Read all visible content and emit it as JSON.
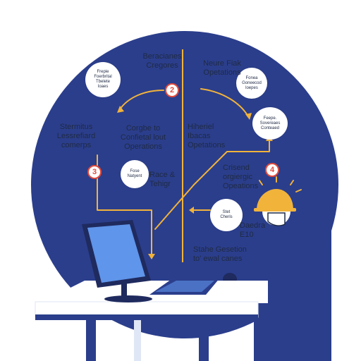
{
  "colors": {
    "navy": "#2b3e8c",
    "accent": "#f2b33a",
    "badge_red": "#e24a3b",
    "screen": "#5f95ea",
    "desk": "#ffffff"
  },
  "labels": {
    "top_center": "Beracianes\nCregores",
    "top_right": "Neure Fiak\nOpetations",
    "left_mid": "Stermitus\nLessrefiard\ncomerps",
    "center_mid": "Corgbe to\nConfietal lout\nOperations",
    "center_right": "Hiheriel\nIbacas\nOpetations",
    "right_mid": "Crisend\norgiergic\nOpeations",
    "center_lower": "Race &\nTehigr",
    "lower_right": "Daedra\nE10",
    "bottom": "Stahe Gesetion\nto' ewal canes"
  },
  "bubbles": {
    "b1": "Frepie\nFoerbrital\nTbelete\nIoaes",
    "b2": "Fonea\nGoneecod\nloepes",
    "b3": "Feepe.\nSovereaes\nConteaed",
    "b4": "Fose\nNatyent",
    "b5": "Stet\nCheris"
  },
  "badges": {
    "n2": "2",
    "n3": "3",
    "n4": "4"
  }
}
